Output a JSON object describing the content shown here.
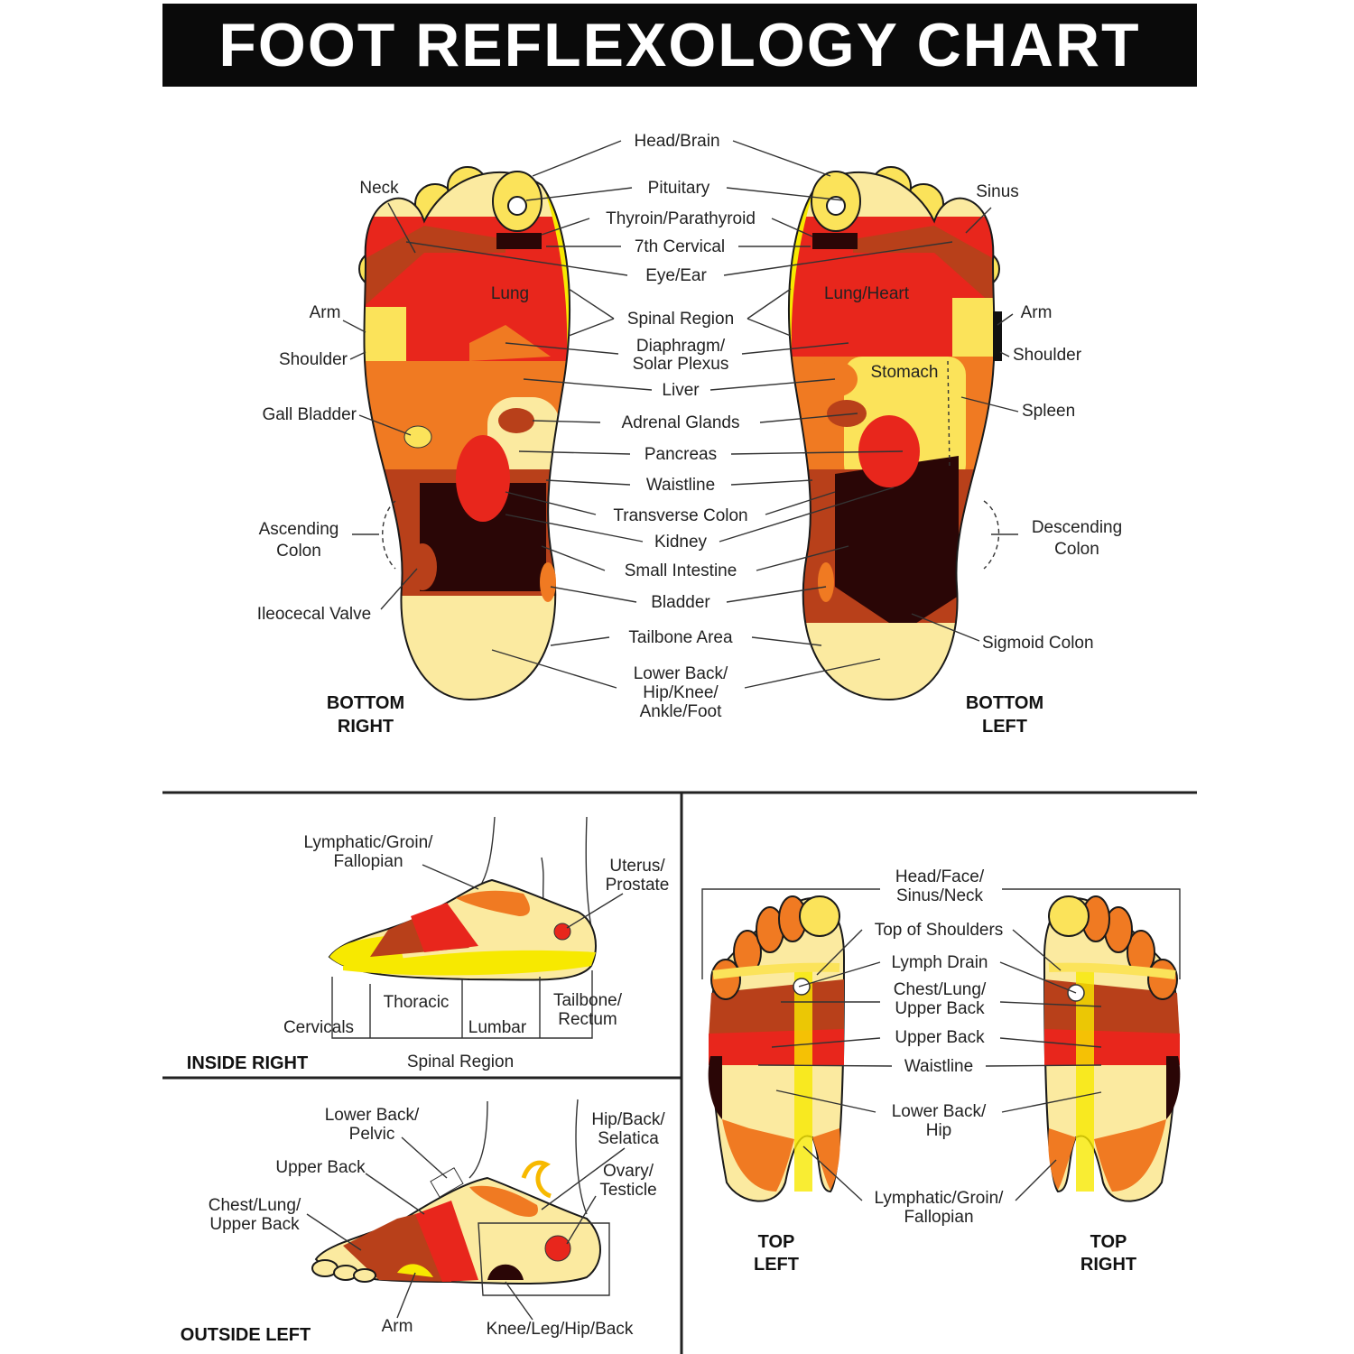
{
  "title": "FOOT REFLEXOLOGY CHART",
  "colors": {
    "yellow": "#fbe35a",
    "cream": "#fbeaa0",
    "orange": "#f07a22",
    "red": "#e8261c",
    "rust": "#b8401a",
    "dark": "#2a0606",
    "bright_yellow": "#f7e900"
  },
  "soles": {
    "center_labels": [
      "Head/Brain",
      "Pituitary",
      "Thyroin/Parathyroid",
      "7th Cervical",
      "Eye/Ear",
      "Spinal Region",
      "Diaphragm/",
      "Solar Plexus",
      "Liver",
      "Adrenal Glands",
      "Pancreas",
      "Waistline",
      "Transverse Colon",
      "Kidney",
      "Small Intestine",
      "Bladder",
      "Tailbone Area",
      "Lower Back/",
      "Hip/Knee/",
      "Ankle/Foot"
    ],
    "right_side_labels": [
      "Neck",
      "Arm",
      "Shoulder",
      "Gall Bladder",
      "Ascending",
      "Colon",
      "Ileocecal Valve"
    ],
    "left_side_labels": [
      "Sinus",
      "Arm",
      "Shoulder",
      "Spleen",
      "Descending",
      "Colon",
      "Sigmoid Colon"
    ],
    "in_foot": {
      "lung": "Lung",
      "lung_heart": "Lung/Heart",
      "stomach": "Stomach"
    },
    "captions": {
      "right_1": "BOTTOM",
      "right_2": "RIGHT",
      "left_1": "BOTTOM",
      "left_2": "LEFT"
    }
  },
  "inside_right": {
    "labels": [
      "Lymphatic/Groin/",
      "Fallopian",
      "Uterus/",
      "Prostate",
      "Thoracic",
      "Cervicals",
      "Lumbar",
      "Tailbone/",
      "Rectum"
    ],
    "spinal": "Spinal Region",
    "caption": "INSIDE RIGHT"
  },
  "outside_left": {
    "labels": [
      "Lower Back/",
      "Pelvic",
      "Hip/Back/",
      "Selatica",
      "Upper Back",
      "Ovary/",
      "Testicle",
      "Chest/Lung/",
      "Upper Back",
      "Arm",
      "Knee/Leg/Hip/Back"
    ],
    "caption": "OUTSIDE LEFT"
  },
  "top": {
    "labels": [
      "Head/Face/",
      "Sinus/Neck",
      "Top of Shoulders",
      "Lymph Drain",
      "Chest/Lung/",
      "Upper Back",
      "Upper Back",
      "Waistline",
      "Lower Back/",
      "Hip",
      "Lymphatic/Groin/",
      "Fallopian"
    ],
    "captions": {
      "left_1": "TOP",
      "left_2": "LEFT",
      "right_1": "TOP",
      "right_2": "RIGHT"
    }
  }
}
